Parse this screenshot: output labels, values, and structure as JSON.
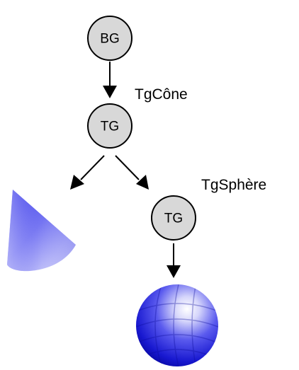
{
  "diagram": {
    "nodes": {
      "bg": {
        "label": "BG"
      },
      "tg_cone": {
        "label": "TG",
        "caption": "TgCône"
      },
      "tg_sphere": {
        "label": "TG",
        "caption": "TgSphère"
      }
    },
    "shapes": {
      "cone": {
        "color": "#3a3aee"
      },
      "sphere": {
        "color": "#1f1fd8"
      }
    },
    "colors": {
      "node_fill": "#d8d8d8",
      "stroke": "#000000"
    }
  }
}
